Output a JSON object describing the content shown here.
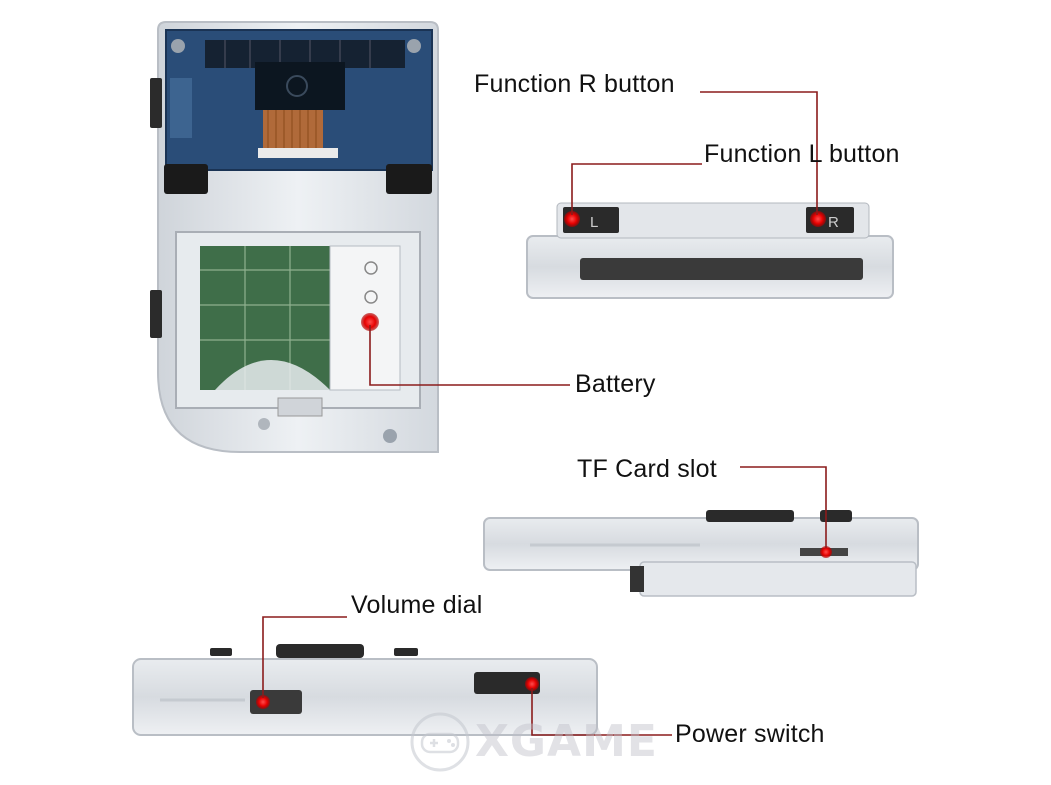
{
  "callouts": {
    "function_r": "Function R button",
    "function_l": "Function L button",
    "battery": "Battery",
    "tf_card": "TF Card slot",
    "volume": "Volume dial",
    "power": "Power switch"
  },
  "device_marks": {
    "l_key": "L",
    "r_key": "R"
  },
  "watermark": "XGAME",
  "colors": {
    "leader_line": "#8b1c1c",
    "marker": "#ff1a1a",
    "shell": "#dfe3e8",
    "pcb": "#1e3f66"
  }
}
